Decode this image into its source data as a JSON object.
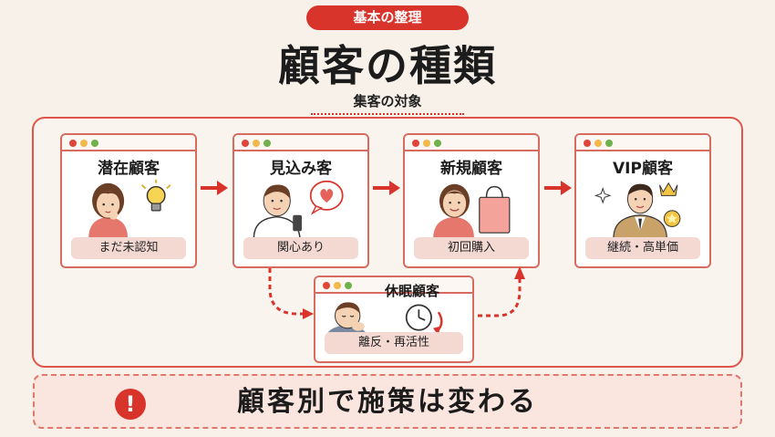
{
  "header": {
    "badge": "基本の整理",
    "title": "顧客の種類",
    "subtitle": "集客の対象"
  },
  "cards": [
    {
      "title": "潜在顧客",
      "label": "まだ未認知"
    },
    {
      "title": "見込み客",
      "label": "関心あり"
    },
    {
      "title": "新規顧客",
      "label": "初回購入"
    },
    {
      "title": "VIP顧客",
      "label": "継続・高単価"
    },
    {
      "title": "休眠顧客",
      "label": "離反・再活性"
    }
  ],
  "footer": {
    "message": "顧客別で施策は変わる",
    "icon": "!"
  },
  "colors": {
    "accent": "#d9342b",
    "background": "#f8f1ea",
    "label_bg": "#f4d9d3"
  }
}
